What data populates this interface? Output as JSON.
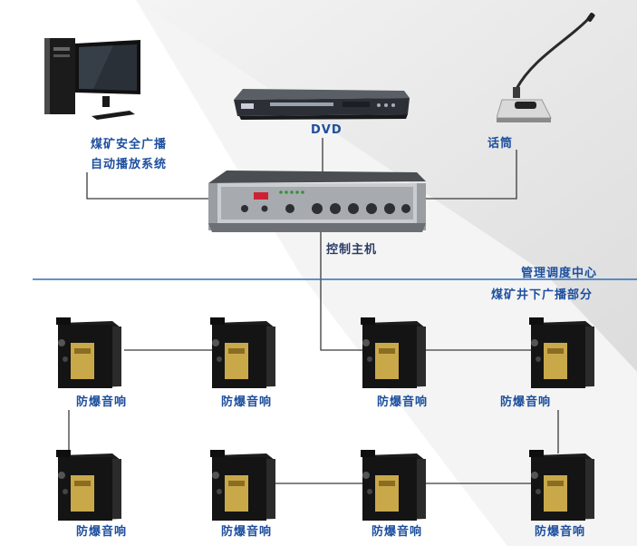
{
  "colors": {
    "label_blue": "#1d4f9e",
    "label_dark": "#2a3d66",
    "divider": "#2f6fb5",
    "wire": "#3a3a3a"
  },
  "devices": {
    "pc": {
      "label_line1": "煤矿安全广播",
      "label_line2": "自动播放系统",
      "icon": "desktop-computer-icon"
    },
    "dvd": {
      "label": "DVD",
      "icon": "dvd-player-icon"
    },
    "mic": {
      "label": "话筒",
      "icon": "gooseneck-microphone-icon"
    },
    "host": {
      "label": "控制主机",
      "icon": "rack-amplifier-icon"
    }
  },
  "zones": {
    "upper": "管理调度中心",
    "lower": "煤矿井下广播部分"
  },
  "speakers": {
    "label": "防爆音响",
    "icon": "explosion-proof-speaker-icon",
    "row1": [
      "防爆音响",
      "防爆音响",
      "防爆音响",
      "防爆音响"
    ],
    "row2": [
      "防爆音响",
      "防爆音响",
      "防爆音响",
      "防爆音响"
    ]
  }
}
